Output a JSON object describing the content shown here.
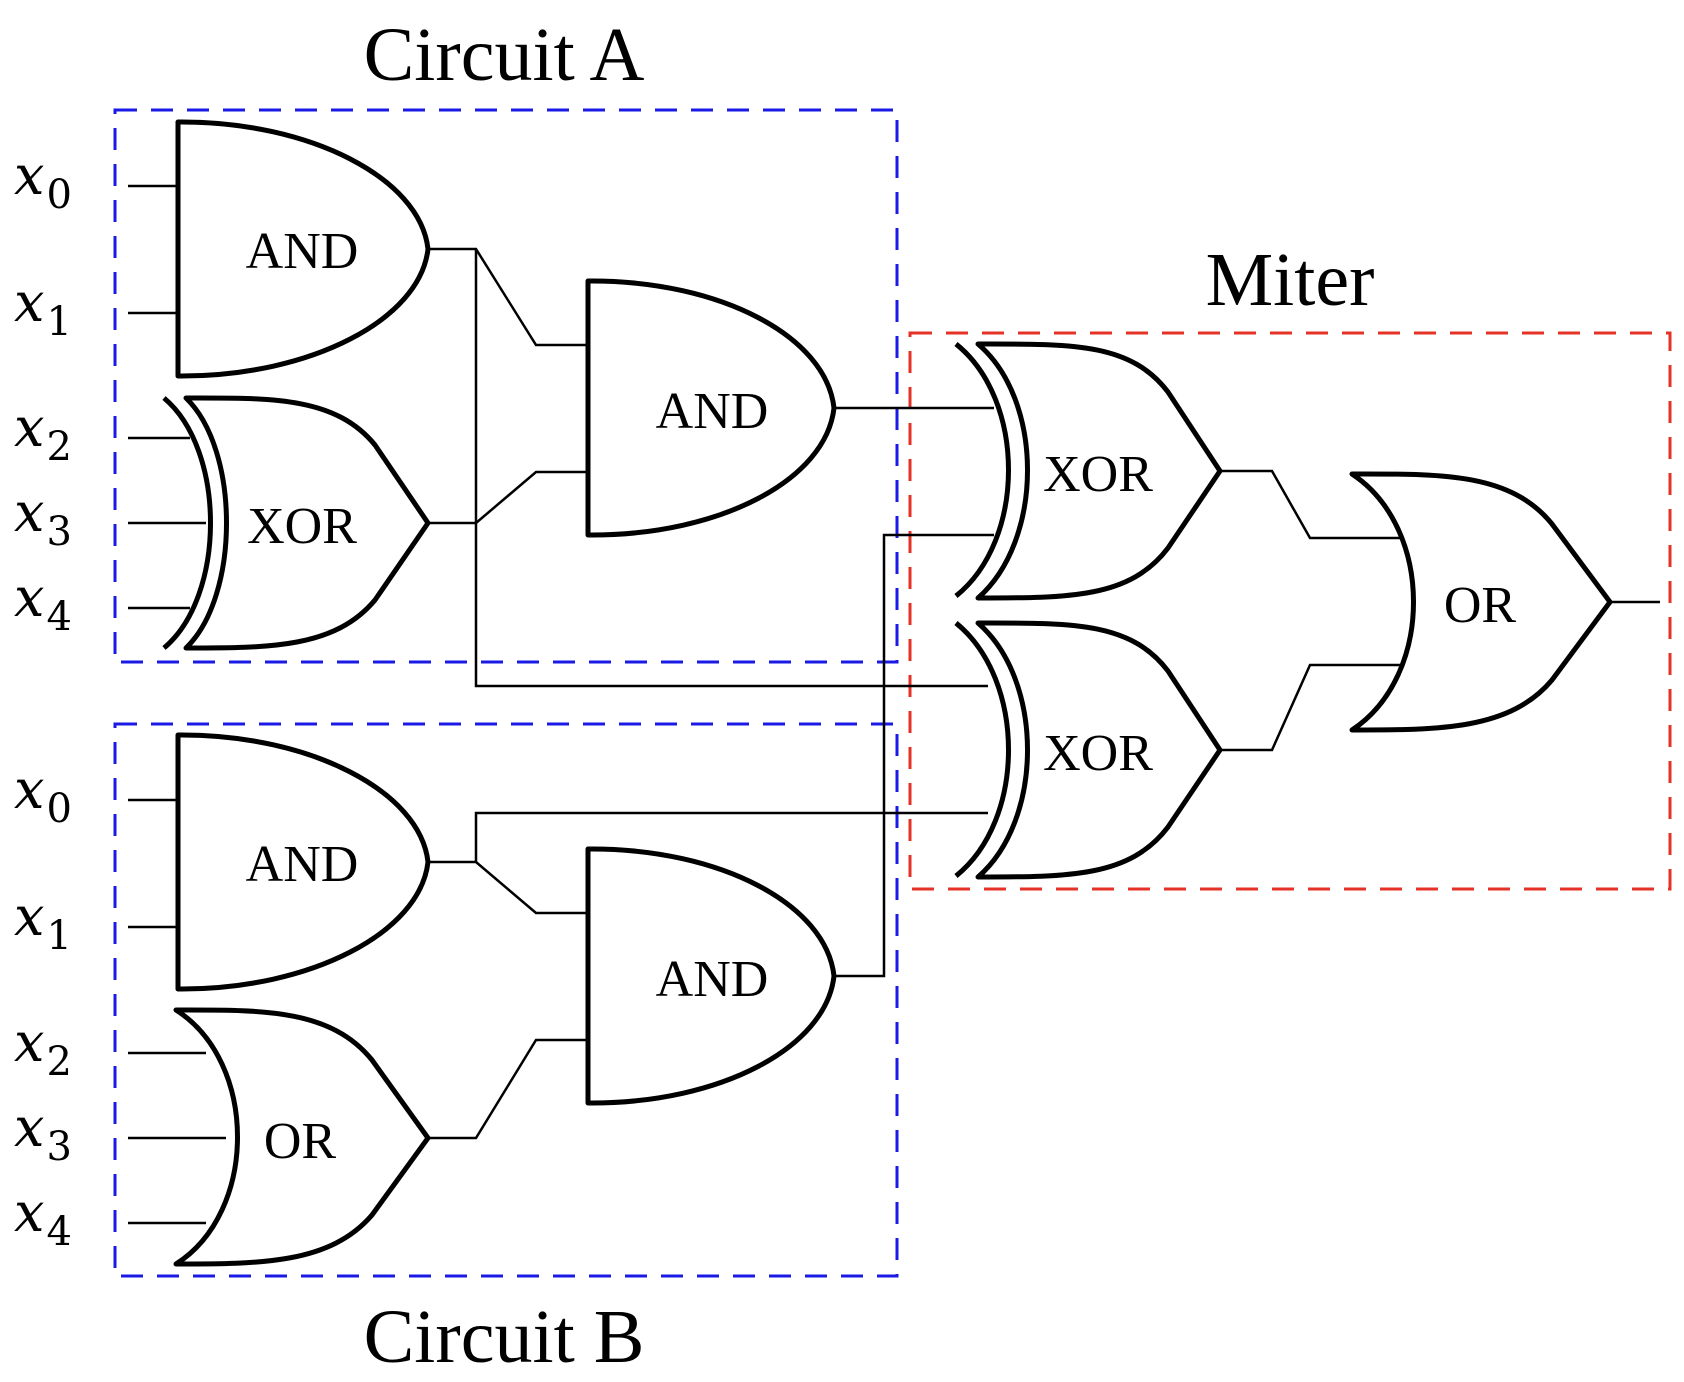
{
  "titles": {
    "circuit_a": "Circuit A",
    "circuit_b": "Circuit B",
    "miter": "Miter"
  },
  "colors": {
    "circuit_box": "#1a1ae6",
    "miter_box": "#e63226"
  },
  "circuit_a": {
    "inputs": [
      {
        "var": "x",
        "sub": "0"
      },
      {
        "var": "x",
        "sub": "1"
      },
      {
        "var": "x",
        "sub": "2"
      },
      {
        "var": "x",
        "sub": "3"
      },
      {
        "var": "x",
        "sub": "4"
      }
    ],
    "gates": {
      "g1": "AND",
      "g2": "XOR",
      "g3": "AND"
    }
  },
  "circuit_b": {
    "inputs": [
      {
        "var": "x",
        "sub": "0"
      },
      {
        "var": "x",
        "sub": "1"
      },
      {
        "var": "x",
        "sub": "2"
      },
      {
        "var": "x",
        "sub": "3"
      },
      {
        "var": "x",
        "sub": "4"
      }
    ],
    "gates": {
      "g1": "AND",
      "g2": "OR",
      "g3": "AND"
    }
  },
  "miter": {
    "gates": {
      "xor1": "XOR",
      "xor2": "XOR",
      "or": "OR"
    }
  }
}
